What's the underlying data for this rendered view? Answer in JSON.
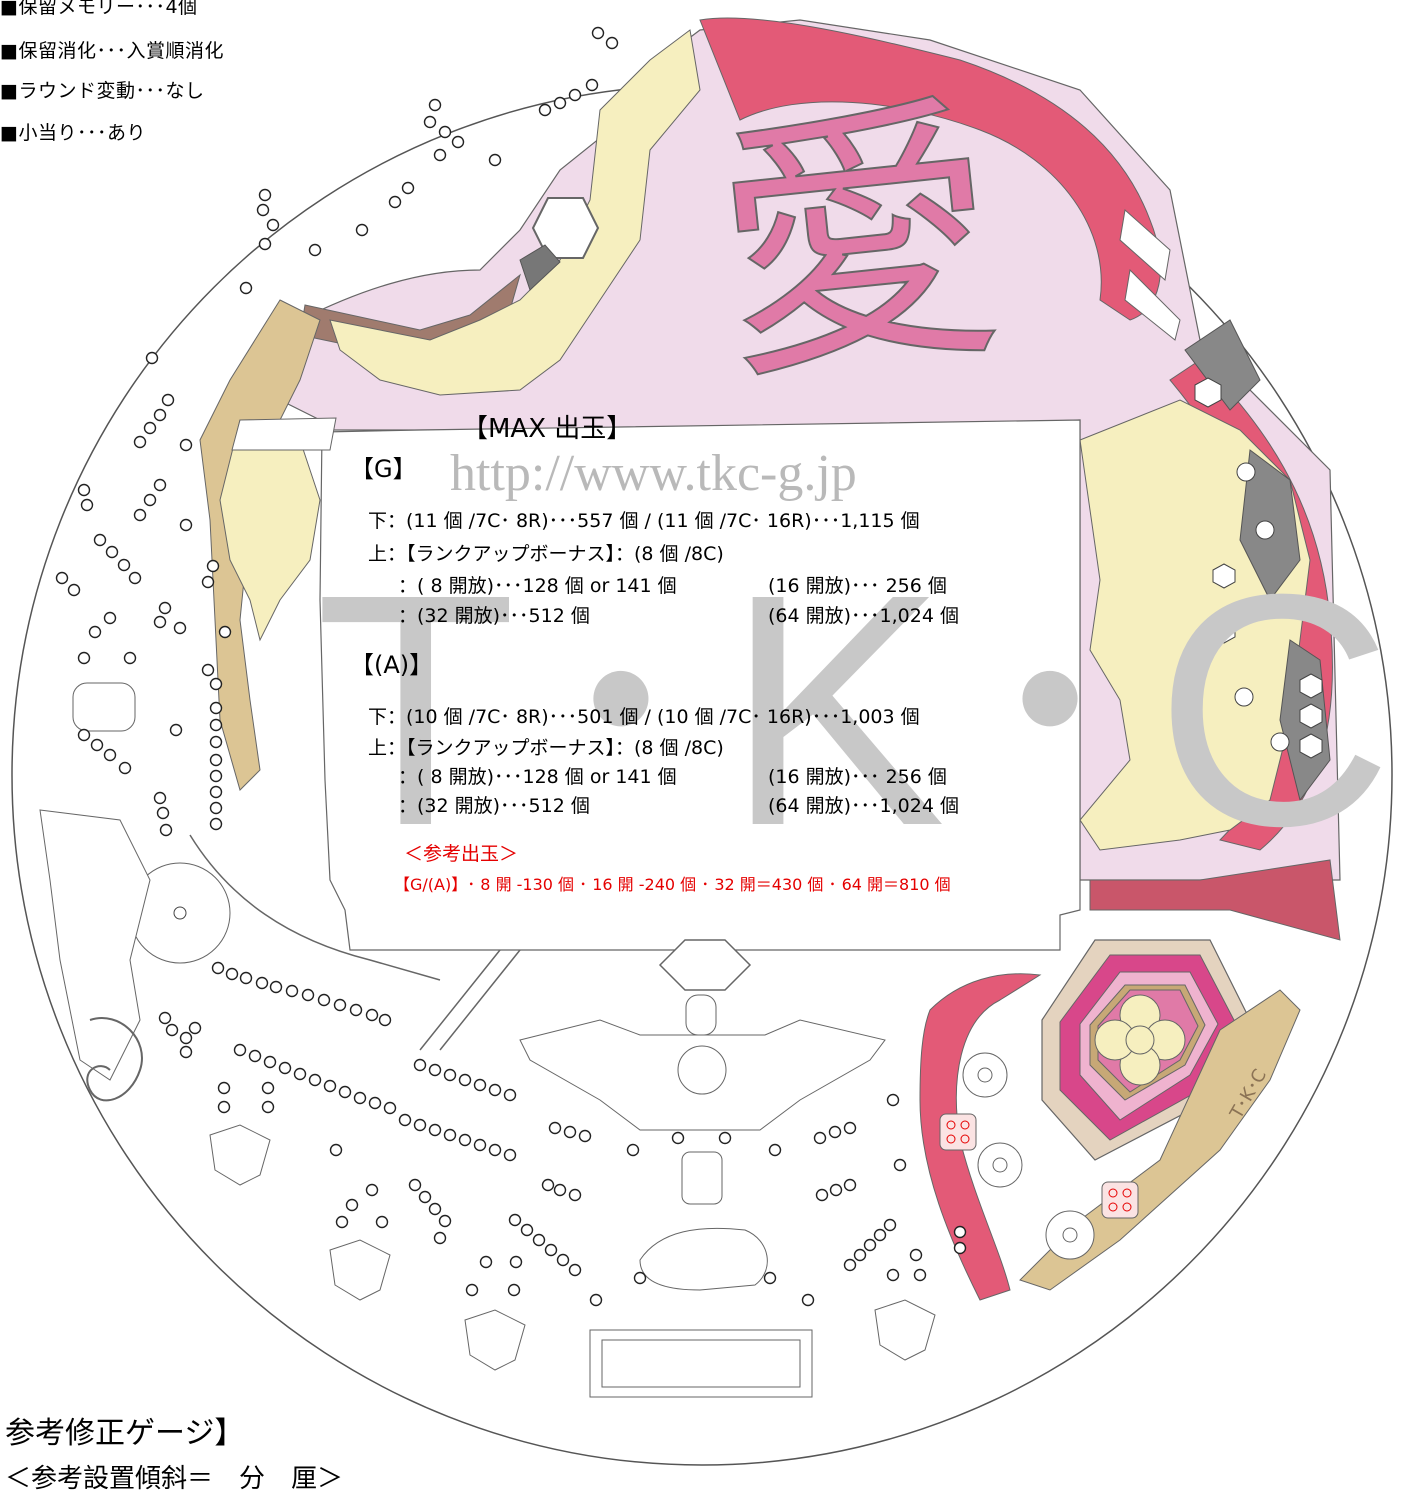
{
  "specs": [
    "■保留メモリー･･･4個",
    "■保留消化･･･入賞順消化",
    "■ラウンド変動･･･なし",
    "■小当り･･･あり"
  ],
  "watermark": {
    "url": "http://www.tkc-g.jp",
    "logo": "T･K･C"
  },
  "max_out": {
    "title": "【MAX 出玉】",
    "g_header": "【G】",
    "g_lines": [
      "下：(11 個 /7C･ 8R)･･･557 個 / (11 個 /7C･ 16R)･･･1,115 個",
      "上：【ランクアップボーナス】：(8 個 /8C)",
      "：( 8 開放)･･･128 個 or 141 個",
      "(16 開放)･･･ 256 個",
      "：(32 開放)･･･512 個",
      "(64 開放)･･･1,024 個"
    ],
    "a_header": "【(A)】",
    "a_lines": [
      "下：(10 個 /7C･ 8R)･･･501 個 / (10 個 /7C･ 16R)･･･1,003 個",
      "上：【ランクアップボーナス】：(8 個 /8C)",
      "：( 8 開放)･･･128 個 or 141 個",
      "(16 開放)･･･ 256 個",
      "：(32 開放)･･･512 個",
      "(64 開放)･･･1,024 個"
    ],
    "ref_title": "＜参考出玉＞",
    "ref_line": "【G/(A)】･ 8 開 -130 個 ･ 16 開 -240 個 ･ 32 開＝430 個 ･ 64 開＝810 個"
  },
  "logo_char": "愛",
  "logo_badge": "T･K･C",
  "bottom": {
    "title": "参考修正ゲージ】",
    "sub": "＜参考設置傾斜＝　分　厘＞"
  },
  "colors": {
    "pink_dark": "#e35a77",
    "pink_mid": "#e07aa7",
    "pink_light": "#f0dbea",
    "cream": "#f6efbf",
    "tan": "#dcc594",
    "brown": "#a07b6e",
    "red_text": "#e50000"
  }
}
